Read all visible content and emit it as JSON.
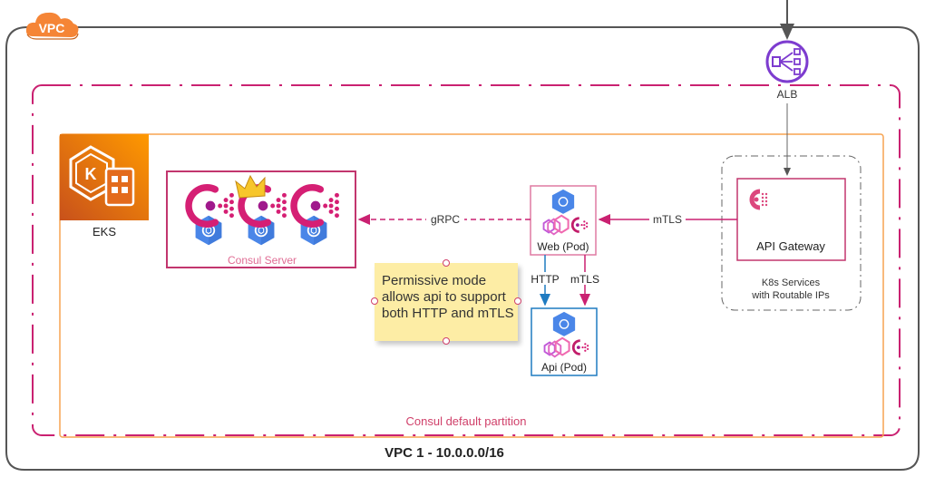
{
  "diagram": {
    "vpc_badge": "VPC",
    "vpc_caption": "VPC 1 - 10.0.0.0/16",
    "alb_label": "ALB",
    "eks_label": "EKS",
    "partition_label": "Consul default partition",
    "consul_server_label": "Consul Server",
    "web_pod_label": "Web (Pod)",
    "api_pod_label": "Api (Pod)",
    "api_gateway_label": "API Gateway",
    "k8s_services_line1": "K8s Services",
    "k8s_services_line2": "with Routable IPs",
    "note_lines": [
      "Permissive mode",
      "allows api to support",
      "both HTTP and mTLS"
    ],
    "edges": {
      "grpc": "gRPC",
      "gateway_to_web": "mTLS",
      "web_to_api_http": "HTTP",
      "web_to_api_mtls": "mTLS"
    },
    "colors": {
      "consul_pink": "#ca2171",
      "aws_orange": "#f58536",
      "alb_purple": "#7d3ccf",
      "k8s_blue": "#3d7fe0",
      "http_blue": "#1f7bc1",
      "vpc_border": "#555555",
      "note_yellow": "#fdeda5"
    }
  }
}
